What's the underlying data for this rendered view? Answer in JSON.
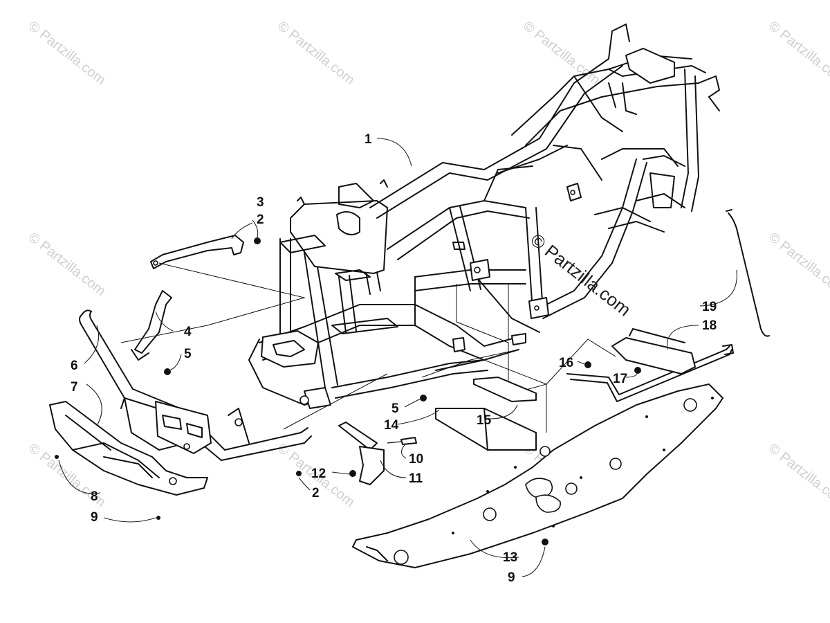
{
  "watermarks": {
    "corner_text": "© Partzilla.com",
    "center_text": "© Partzilla.com"
  },
  "callouts": [
    {
      "id": "c1",
      "label": "1"
    },
    {
      "id": "c3",
      "label": "3"
    },
    {
      "id": "c2a",
      "label": "2"
    },
    {
      "id": "c4",
      "label": "4"
    },
    {
      "id": "c5a",
      "label": "5"
    },
    {
      "id": "c6",
      "label": "6"
    },
    {
      "id": "c7",
      "label": "7"
    },
    {
      "id": "c8",
      "label": "8"
    },
    {
      "id": "c9a",
      "label": "9"
    },
    {
      "id": "c12",
      "label": "12"
    },
    {
      "id": "c2b",
      "label": "2"
    },
    {
      "id": "c5b",
      "label": "5"
    },
    {
      "id": "c14",
      "label": "14"
    },
    {
      "id": "c15",
      "label": "15"
    },
    {
      "id": "c10",
      "label": "10"
    },
    {
      "id": "c11",
      "label": "11"
    },
    {
      "id": "c16",
      "label": "16"
    },
    {
      "id": "c17",
      "label": "17"
    },
    {
      "id": "c19",
      "label": "19"
    },
    {
      "id": "c18",
      "label": "18"
    },
    {
      "id": "c13",
      "label": "13"
    },
    {
      "id": "c9b",
      "label": "9"
    }
  ]
}
